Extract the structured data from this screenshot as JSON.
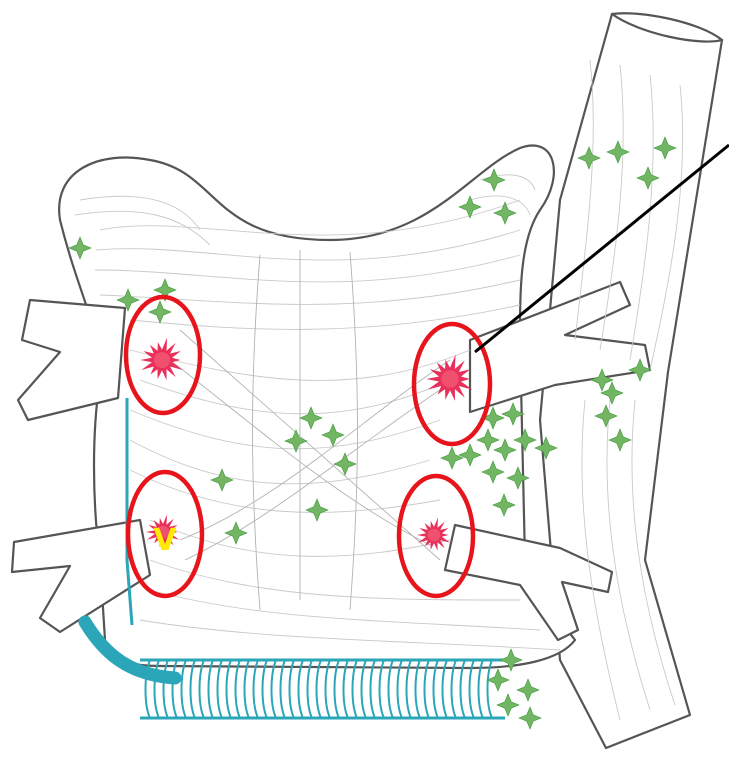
{
  "annotation_label": "V",
  "colors": {
    "ring": "#e8141b",
    "burst": "#e8305a",
    "burst_core": "#f04f6e",
    "marker": "#72b562",
    "vessel": "#2aa6b8",
    "label": "#ffea00",
    "outline": "#555555",
    "leader_line": "#000000"
  },
  "icons": {
    "ring": "red-circle-outline",
    "burst": "red-starburst",
    "marker": "green-four-point-star",
    "vessel": "blue-striped-tube"
  },
  "counts": {
    "rings": 4,
    "bursts": 4,
    "green_markers": 39
  }
}
